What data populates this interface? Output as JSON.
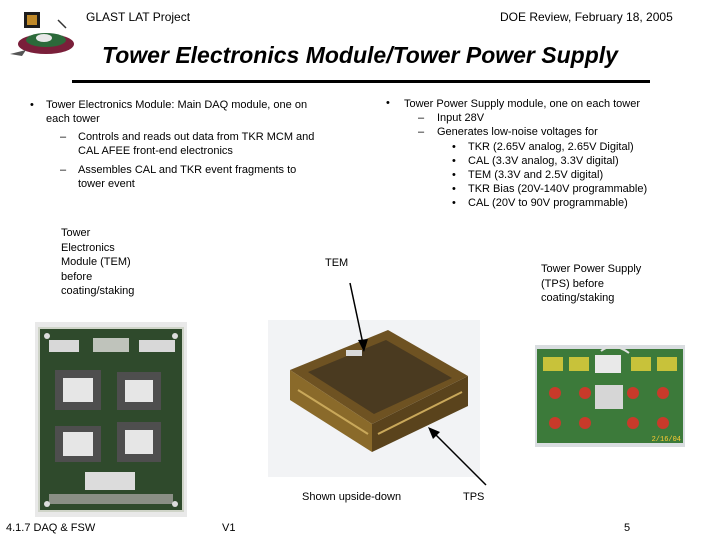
{
  "header": {
    "project": "GLAST LAT Project",
    "review": "DOE Review, February 18, 2005"
  },
  "title": "Tower Electronics Module/Tower Power Supply",
  "left_column": {
    "bullet": "Tower Electronics Module: Main DAQ module, one on each tower",
    "sub": [
      "Controls and reads out data from TKR MCM and CAL AFEE front-end electronics",
      "Assembles CAL and TKR event fragments to tower event"
    ]
  },
  "right_column": {
    "bullet": "Tower Power Supply module, one on each tower",
    "sub": [
      "Input 28V",
      "Generates low-noise voltages for"
    ],
    "items": [
      "TKR (2.65V analog, 2.65V Digital)",
      "CAL (3.3V analog, 3.3V digital)",
      "TEM (3.3V and 2.5V digital)",
      "TKR Bias (20V-140V programmable)",
      "CAL (20V to 90V programmable)"
    ]
  },
  "captions": {
    "tem_before": [
      "Tower",
      "Electronics",
      "Module (TEM)",
      "before",
      "coating/staking"
    ],
    "tem_arrow": "TEM",
    "tps_before": [
      "Tower Power Supply",
      "(TPS) before",
      "coating/staking"
    ],
    "upside_down": "Shown upside-down",
    "tps_arrow": "TPS"
  },
  "photo_labels": {
    "tps_date": "2/16/04"
  },
  "footer": {
    "section": "4.1.7 DAQ & FSW",
    "version": "V1",
    "page": "5"
  },
  "colors": {
    "board_green": "#2f4a2c",
    "tem_brass": "#8a6a2a",
    "tps_board": "#3c7a3a",
    "photo_bg": "#eef0f2"
  }
}
